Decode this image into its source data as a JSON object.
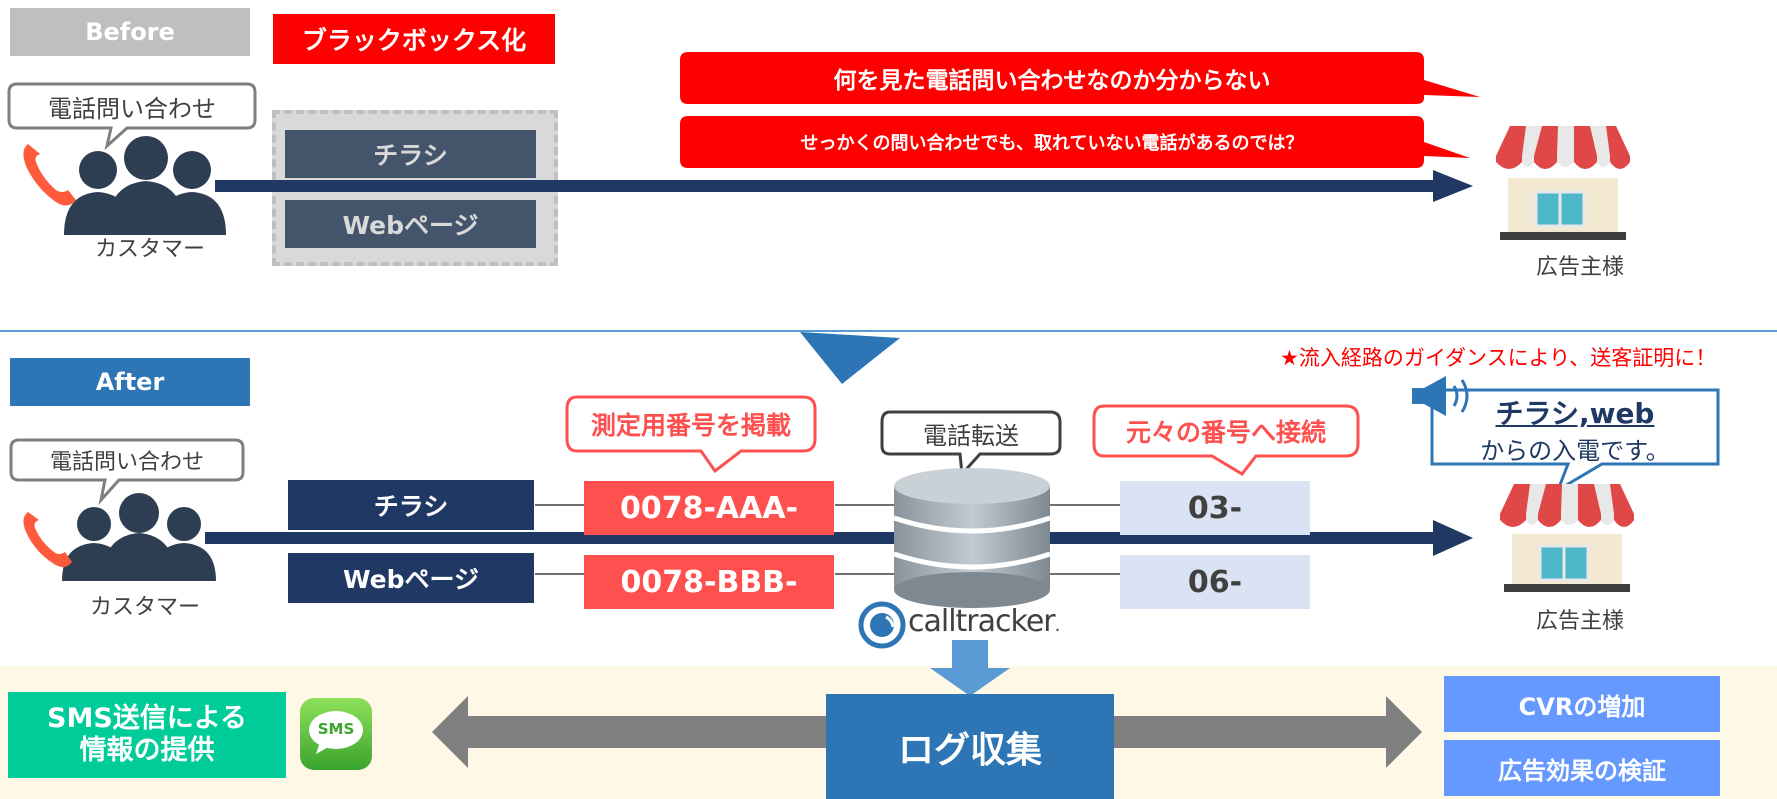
{
  "colors": {
    "navy": "#1f3864",
    "slate": "#44546a",
    "red": "#ff0000",
    "coral": "#ff5050",
    "blue": "#2e75b6",
    "lightblue": "#5b9bd5",
    "green": "#00cc99",
    "gray": "#808080",
    "pale": "#dae3f3",
    "cream": "#fff8e7"
  },
  "before": {
    "tag": "Before",
    "blackbox_label": "ブラックボックス化",
    "customer_bubble": "電話問い合わせ",
    "customer_label": "カスタマー",
    "media": [
      "チラシ",
      "Webページ"
    ],
    "problems": [
      "何を見た電話問い合わせなのか分からない",
      "せっかくの問い合わせでも、取れていない電話があるのでは？"
    ],
    "advertiser_label": "広告主様"
  },
  "after": {
    "tag": "After",
    "customer_bubble": "電話問い合わせ",
    "customer_label": "カスタマー",
    "media": [
      "チラシ",
      "Webページ"
    ],
    "measure_label": "測定用番号を掲載",
    "tracking_numbers": [
      "0078-AAA-",
      "0078-BBB-"
    ],
    "forward_label": "電話転送",
    "connect_label": "元々の番号へ接続",
    "original_numbers": [
      "03-",
      "06-"
    ],
    "guidance_note": "★流入経路のガイダンスにより、送客証明に！",
    "guidance_title": "チラシ,web",
    "guidance_text": "からの入電です。",
    "advertiser_label": "広告主様",
    "logo_text": "calltracker",
    "logo_suffix": "."
  },
  "bottom": {
    "sms_text_line1": "SMS送信による",
    "sms_text_line2": "情報の提供",
    "sms_icon_text": "SMS",
    "log_label": "ログ収集",
    "benefits": [
      "CVRの増加",
      "広告効果の検証"
    ]
  }
}
